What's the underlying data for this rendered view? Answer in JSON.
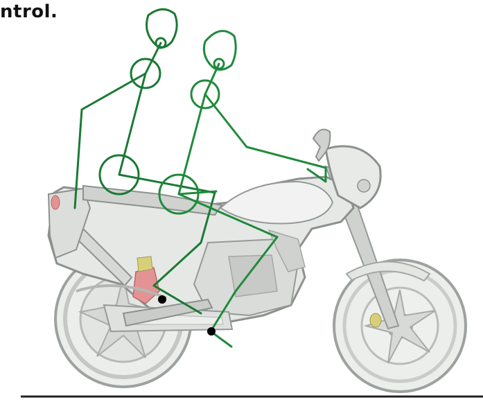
{
  "caption": {
    "text": "ntrol."
  },
  "colors": {
    "rider_stroke": "#1f8a3c",
    "pillion_stroke": "#1a7a34",
    "bike_fill": "#e6e8e6",
    "bike_shade": "#b9bdba",
    "bike_outline": "#8c918e",
    "accent_red": "#e39393",
    "accent_yellow": "#d8cf7a",
    "marker": "#000000",
    "ground": "#222222"
  },
  "icons": {
    "rider": "stick-figure",
    "pillion": "stick-figure",
    "motorcycle": "motorcycle-silhouette",
    "markers": "dot"
  }
}
